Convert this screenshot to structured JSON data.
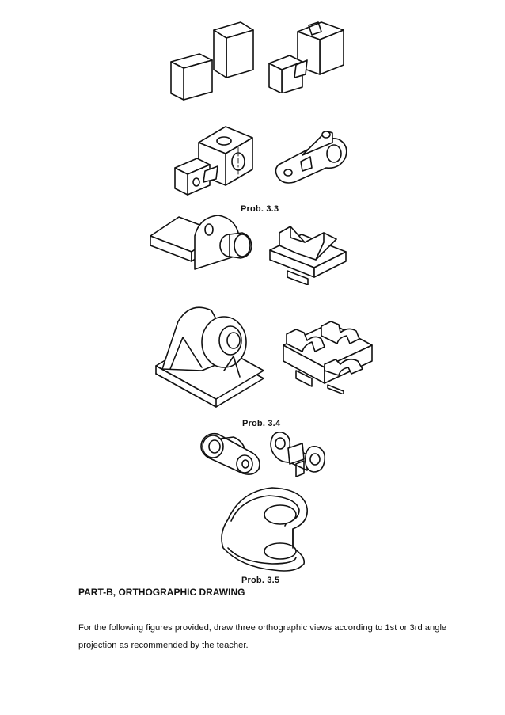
{
  "captions": {
    "prob_3_3": "Prob. 3.3",
    "prob_3_4": "Prob. 3.4",
    "prob_3_5": "Prob. 3.5"
  },
  "section": {
    "heading": "PART-B, ORTHOGRAPHIC DRAWING",
    "paragraph": "For the following figures provided, draw three orthographic views according to 1st or 3rd angle projection as recommended by the teacher."
  }
}
